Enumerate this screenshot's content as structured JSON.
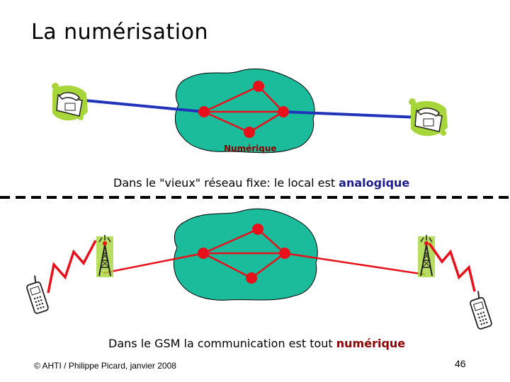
{
  "title": "La numérisation",
  "top_section": {
    "network_label": "Numérique",
    "caption_prefix": "Dans le \"vieux\" réseau fixe: le local est ",
    "caption_accent": "analogique"
  },
  "bottom_section": {
    "caption_prefix": "Dans le GSM la communication est tout ",
    "caption_accent": "numérique"
  },
  "footer": "© AHTI / Philippe Picard, janvier 2008",
  "page_number": "46",
  "colors": {
    "cloud": "#1abc9c",
    "node": "#e8101a",
    "local_line": "#2233bb",
    "radio_link": "#e8101a",
    "label_numerique": "#8b0000",
    "label_analogique": "#1c1c8c"
  },
  "icons": [
    "telephone-icon",
    "antenna-tower-icon",
    "mobile-phone-icon"
  ]
}
